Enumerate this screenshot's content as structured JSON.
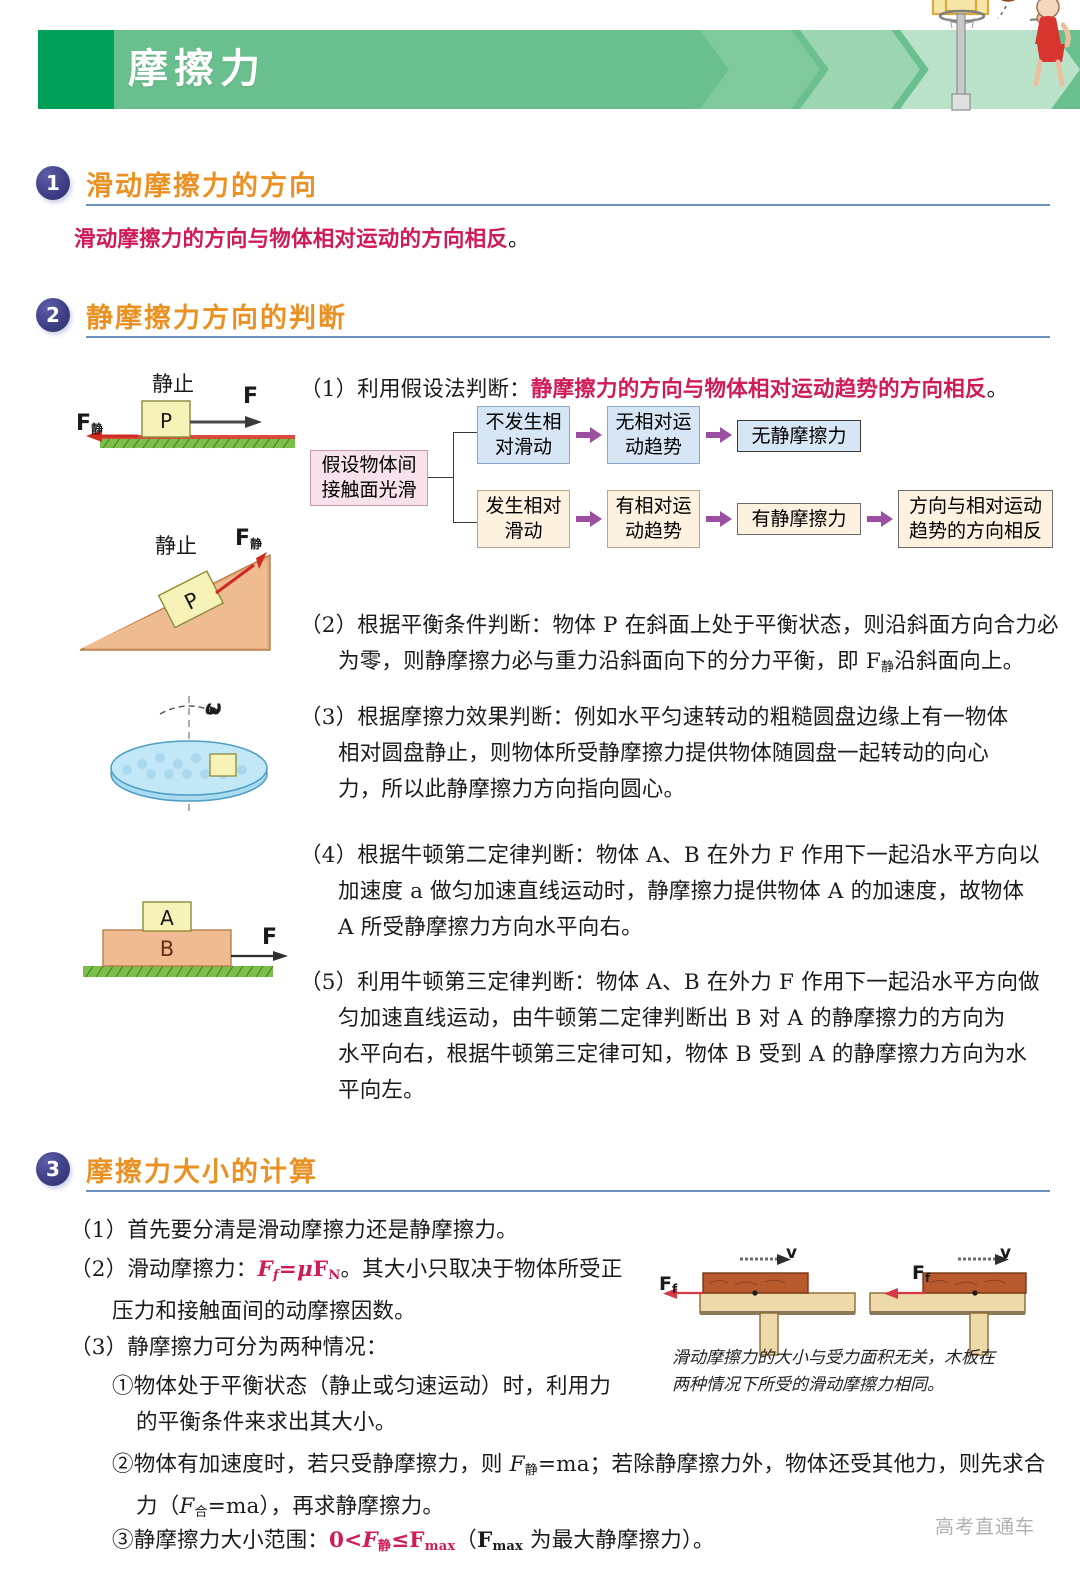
{
  "header": {
    "title": "摩擦力",
    "illustration": "basketball-hoop-child"
  },
  "sections": [
    {
      "number": "1",
      "title": "滑动摩擦力的方向",
      "body_highlight": "滑动摩擦力的方向与物体相对运动的方向相反",
      "body_tail": "。"
    },
    {
      "number": "2",
      "title": "静摩擦力方向的判断"
    },
    {
      "number": "3",
      "title": "摩擦力大小的计算"
    }
  ],
  "section2": {
    "item1_prefix": "（1）利用假设法判断：",
    "item1_highlight": "静摩擦力的方向与物体相对运动趋势的方向相反",
    "item1_tail": "。",
    "item2_line1": "（2）根据平衡条件判断：物体 P 在斜面上处于平衡状态，则沿斜面方向合力必",
    "item2_line2_a": "为零，则静摩擦力必与重力沿斜面向下的分力平衡，即 F",
    "item2_line2_sub": "静",
    "item2_line2_b": "沿斜面向上。",
    "item3_line1": "（3）根据摩擦力效果判断：例如水平匀速转动的粗糙圆盘边缘上有一物体",
    "item3_line2": "相对圆盘静止，则物体所受静摩擦力提供物体随圆盘一起转动的向心",
    "item3_line3": "力，所以此静摩擦力方向指向圆心。",
    "item4_line1": "（4）根据牛顿第二定律判断：物体 A、B 在外力 F 作用下一起沿水平方向以",
    "item4_line2": "加速度 a 做匀加速直线运动时，静摩擦力提供物体 A 的加速度，故物体",
    "item4_line3": "A 所受静摩擦力方向水平向右。",
    "item5_line1": "（5）利用牛顿第三定律判断：物体 A、B 在外力 F 作用下一起沿水平方向做",
    "item5_line2": "匀加速直线运动，由牛顿第二定律判断出 B 对 A 的静摩擦力的方向为",
    "item5_line3": "水平向右，根据牛顿第三定律可知，物体 B 受到 A 的静摩擦力方向为水",
    "item5_line4": "平向左。"
  },
  "flowchart": {
    "root": "假设物体间\n接触面光滑",
    "branch_top": [
      "不发生相\n对滑动",
      "无相对运\n动趋势",
      "无静摩擦力"
    ],
    "branch_bottom": [
      "发生相对\n滑动",
      "有相对运\n动趋势",
      "有静摩擦力",
      "方向与相对运动\n趋势的方向相反"
    ],
    "arrow_color": "#9b4fa0"
  },
  "diagrams": {
    "flat_block": {
      "top_label": "静止",
      "block_label": "P",
      "force_right": "F",
      "force_left": "F",
      "force_left_sub": "静"
    },
    "incline_block": {
      "top_label": "静止",
      "block_label": "P",
      "force": "F",
      "force_sub": "静"
    },
    "disk": {
      "omega_label": "ω"
    },
    "ab_blocks": {
      "top_block": "A",
      "bottom_block": "B",
      "force": "F"
    },
    "boards": {
      "velocity_label": "v",
      "friction_label": "F",
      "friction_sub": "f",
      "caption_line1": "滑动摩擦力的大小与受力面积无关，木板在",
      "caption_line2": "两种情况下所受的滑动摩擦力相同。"
    }
  },
  "section3": {
    "item1": "（1）首先要分清是滑动摩擦力还是静摩擦力。",
    "item2_prefix": "（2）滑动摩擦力：",
    "item2_formula_F": "F",
    "item2_formula_f": "f",
    "item2_formula_eq": "=",
    "item2_formula_mu": "μ",
    "item2_formula_FN": "F",
    "item2_formula_N": "N",
    "item2_tail": "。其大小只取决于物体所受正",
    "item2_line2": "压力和接触面间的动摩擦因数。",
    "item3": "（3）静摩擦力可分为两种情况：",
    "sub1_line1": "①物体处于平衡状态（静止或匀速运动）时，利用力",
    "sub1_line2": "的平衡条件来求出其大小。",
    "sub2_line1_a": "②物体有加速度时，若只受静摩擦力，则 ",
    "sub2_line1_F": "F",
    "sub2_line1_sub": "静",
    "sub2_line1_b": "=ma；若除静摩擦力外，物体还受其他力，则先求合",
    "sub2_line2_a": "力（",
    "sub2_line2_F": "F",
    "sub2_line2_sub": "合",
    "sub2_line2_b": "=ma），再求静摩擦力。",
    "sub3_prefix": "③静摩擦力大小范围：",
    "sub3_f1": "0<",
    "sub3_F": "F",
    "sub3_Fsub": "静",
    "sub3_le": "≤",
    "sub3_Fmax": "F",
    "sub3_max": "max",
    "sub3_mid": "（",
    "sub3_Fmax2": "F",
    "sub3_max2": "max",
    "sub3_tail": " 为最大静摩擦力）。"
  },
  "watermark": "高考直通车",
  "colors": {
    "banner_dark": "#00a05a",
    "banner_mid": "#6abf8e",
    "badge": "#3e3f84",
    "section_title": "#eb9123",
    "rule": "#6f8fc0",
    "highlight": "#d01b58",
    "flow_arrow": "#9b4fa0"
  }
}
